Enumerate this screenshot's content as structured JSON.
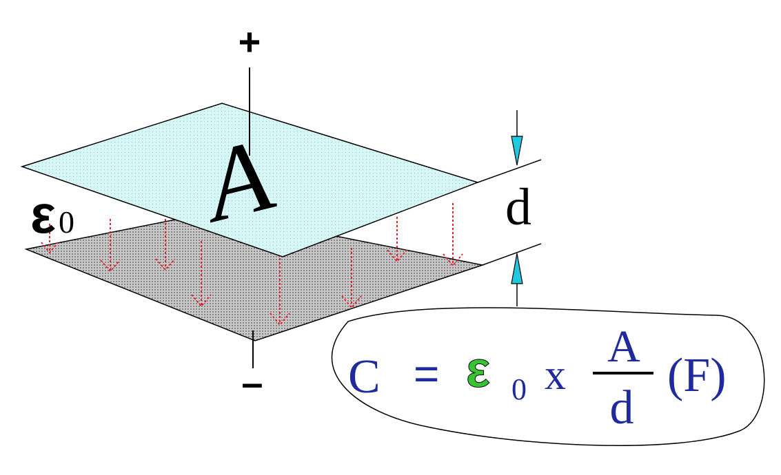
{
  "terminals": {
    "positive": "+",
    "negative": "–"
  },
  "plate_label": "A",
  "permittivity": {
    "symbol": "ε",
    "subscript": "0"
  },
  "gap_label": "d",
  "formula": {
    "lhs": "C",
    "equals": "=",
    "epsilon": "ε",
    "epsilon_subscript": "0",
    "times": "x",
    "numerator": "A",
    "denominator": "d",
    "unit": "(F)"
  },
  "colors": {
    "top_plate_fill": "#d8f6f5",
    "bottom_plate_fill": "#b8b8b8",
    "field_lines": "#e8202a",
    "gap_arrows": "#22c7e0",
    "formula_text": "#1f2b9c",
    "formula_epsilon": "#37c430",
    "outline": "#000000"
  }
}
